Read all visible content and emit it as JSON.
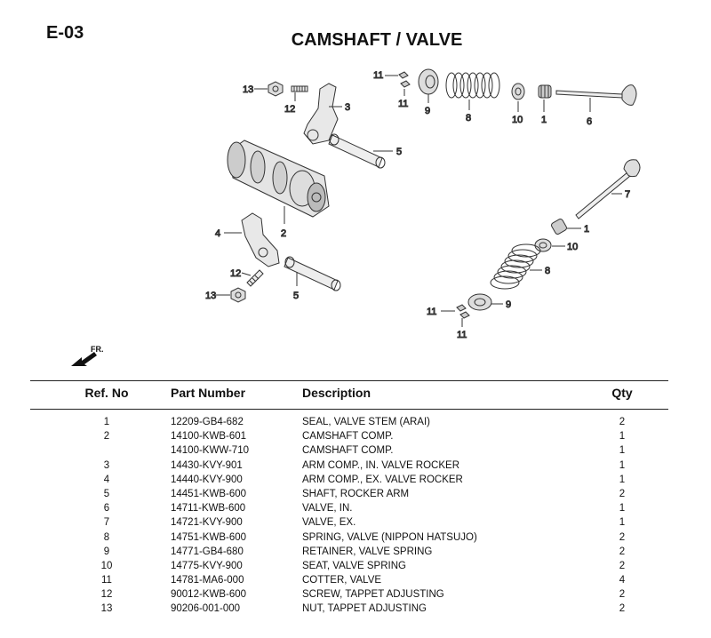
{
  "page": {
    "code": "E-03",
    "title": "CAMSHAFT / VALVE"
  },
  "diagram": {
    "direction_label": "FR.",
    "callouts": {
      "c1a": "1",
      "c1b": "1",
      "c2a": "2",
      "c3": "3",
      "c4": "4",
      "c5a": "5",
      "c5b": "5",
      "c6": "6",
      "c7": "7",
      "c8a": "8",
      "c8b": "8",
      "c9a": "9",
      "c9b": "9",
      "c10a": "10",
      "c10b": "10",
      "c11a": "11",
      "c11b": "11",
      "c11c": "11",
      "c11d": "11",
      "c12a": "12",
      "c12b": "12",
      "c13a": "13",
      "c13b": "13"
    }
  },
  "table": {
    "headers": {
      "ref": "Ref. No",
      "part": "Part Number",
      "desc": "Description",
      "qty": "Qty"
    },
    "rows": [
      {
        "ref": "1",
        "part": "12209-GB4-682",
        "desc": "SEAL, VALVE STEM (ARAI)",
        "qty": "2"
      },
      {
        "ref": "2",
        "part": "14100-KWB-601",
        "desc": "CAMSHAFT COMP.",
        "qty": "1"
      },
      {
        "ref": "",
        "part": "14100-KWW-710",
        "desc": "CAMSHAFT COMP.",
        "qty": "1"
      },
      {
        "ref": "3",
        "part": "14430-KVY-901",
        "desc": "ARM COMP., IN. VALVE ROCKER",
        "qty": "1"
      },
      {
        "ref": "4",
        "part": "14440-KVY-900",
        "desc": "ARM COMP., EX. VALVE ROCKER",
        "qty": "1"
      },
      {
        "ref": "5",
        "part": "14451-KWB-600",
        "desc": "SHAFT, ROCKER ARM",
        "qty": "2"
      },
      {
        "ref": "6",
        "part": "14711-KWB-600",
        "desc": "VALVE, IN.",
        "qty": "1"
      },
      {
        "ref": "7",
        "part": "14721-KVY-900",
        "desc": "VALVE, EX.",
        "qty": "1"
      },
      {
        "ref": "8",
        "part": "14751-KWB-600",
        "desc": "SPRING, VALVE (NIPPON HATSUJO)",
        "qty": "2"
      },
      {
        "ref": "9",
        "part": "14771-GB4-680",
        "desc": "RETAINER, VALVE SPRING",
        "qty": "2"
      },
      {
        "ref": "10",
        "part": "14775-KVY-900",
        "desc": "SEAT, VALVE SPRING",
        "qty": "2"
      },
      {
        "ref": "11",
        "part": "14781-MA6-000",
        "desc": "COTTER, VALVE",
        "qty": "4"
      },
      {
        "ref": "12",
        "part": "90012-KWB-600",
        "desc": "SCREW, TAPPET ADJUSTING",
        "qty": "2"
      },
      {
        "ref": "13",
        "part": "90206-001-000",
        "desc": "NUT, TAPPET ADJUSTING",
        "qty": "2"
      }
    ]
  }
}
